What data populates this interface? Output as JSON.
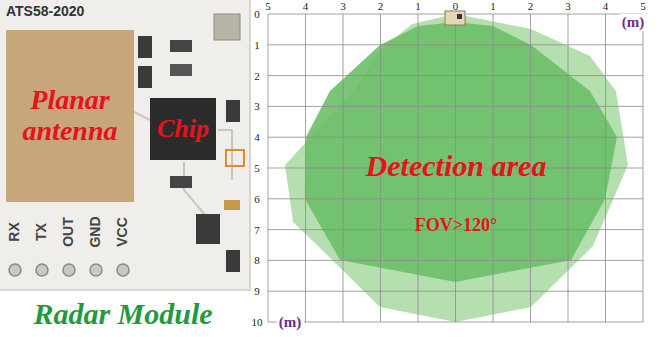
{
  "diagram": {
    "nodes": [
      {
        "text": [
          "ATS58-2020"
        ]
      },
      {
        "text": [
          "Planar antenna"
        ],
        "in": 0
      },
      {
        "text": [
          "Chip"
        ],
        "in": 0
      },
      {
        "text": [
          "Detection area",
          "FOV>120°"
        ]
      }
    ],
    "labels": [
      "RX",
      "TX",
      "OUT",
      "GND",
      "VCC",
      "Radar Module",
      "5",
      "4",
      "3",
      "2",
      "1",
      "0",
      "1",
      "2",
      "3",
      "4",
      "5",
      "(m)",
      "0",
      "1",
      "2",
      "3",
      "4",
      "5",
      "6",
      "7",
      "8",
      "9",
      "10",
      "(m)"
    ]
  }
}
